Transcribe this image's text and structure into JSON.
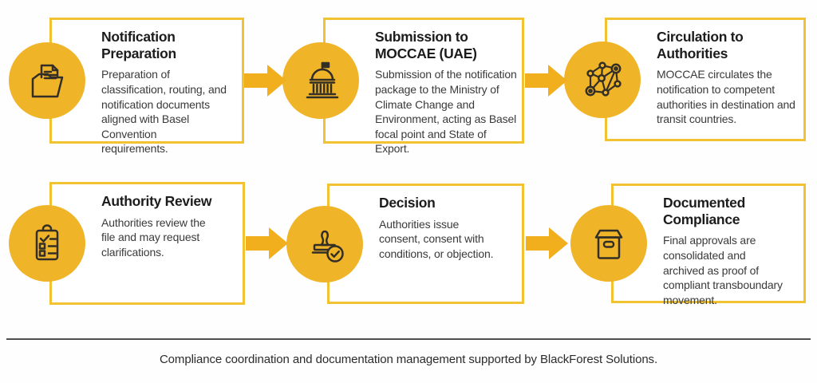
{
  "colors": {
    "accent_yellow": "#F0B429",
    "box_border_yellow": "#F1C232",
    "arrow_yellow": "#F2AF1D",
    "title_text": "#1c1c1c",
    "body_text": "#3a3a3a",
    "icon_stroke": "#332f26",
    "divider": "#4f4f4f",
    "footer_text": "#2b2b2b",
    "background": "#ffffff"
  },
  "steps": [
    {
      "title": "Notification\nPreparation",
      "body": "Preparation of\nclassification, routing, and\nnotification documents\naligned with Basel Convention\nrequirements.",
      "icon": "folder-documents-icon"
    },
    {
      "title": "Submission to\nMOCCAE (UAE)",
      "body": "Submission of the notification\npackage to the Ministry of\nClimate Change and\nEnvironment, acting as Basel\nfocal point and State of Export.",
      "icon": "government-building-icon"
    },
    {
      "title": "Circulation to\nAuthorities",
      "body": "MOCCAE circulates the\nnotification to competent\nauthorities in destination and\ntransit countries.",
      "icon": "network-nodes-icon"
    },
    {
      "title": "Authority Review",
      "body": "Authorities review the\nfile and may request\nclarifications.",
      "icon": "clipboard-checklist-icon"
    },
    {
      "title": "Decision",
      "body": "Authorities issue\nconsent, consent with\nconditions, or objection.",
      "icon": "stamp-check-icon"
    },
    {
      "title": "Documented\nCompliance",
      "body": "Final approvals are\nconsolidated and\narchived as proof of\ncompliant transboundary\nmovement.",
      "icon": "archive-box-icon"
    }
  ],
  "footer": {
    "caption": "Compliance coordination and documentation management supported by BlackForest Solutions."
  }
}
